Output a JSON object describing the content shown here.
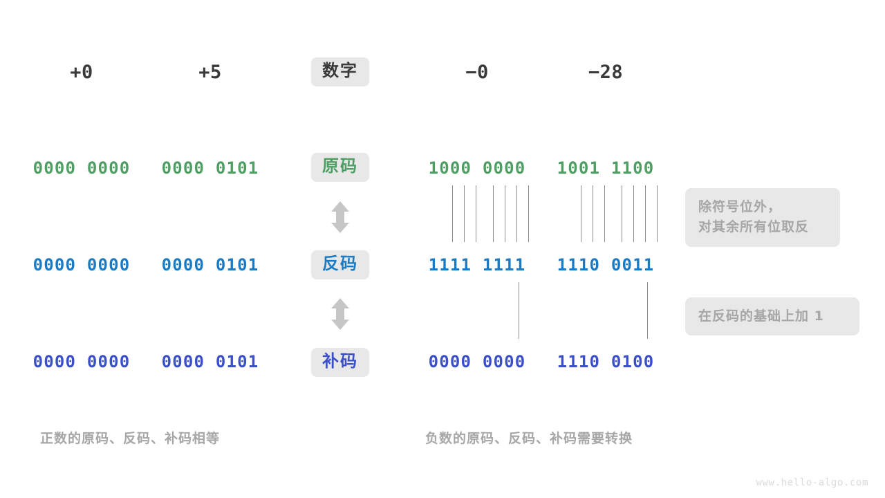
{
  "header": {
    "columns": [
      {
        "label": "+0",
        "type": "number"
      },
      {
        "label": "+5",
        "type": "number"
      },
      {
        "label": "数字",
        "type": "badge"
      },
      {
        "label": "−0",
        "type": "number"
      },
      {
        "label": "−28",
        "type": "number"
      }
    ]
  },
  "rows": [
    {
      "badge": "原码",
      "color": "#4e9e63",
      "values": [
        "0000 0000",
        "0000 0101",
        "1000 0000",
        "1001 1100"
      ]
    },
    {
      "badge": "反码",
      "color": "#1a7bc4",
      "values": [
        "0000 0000",
        "0000 0101",
        "1111 1111",
        "1110 0011"
      ]
    },
    {
      "badge": "补码",
      "color": "#3b4fc8",
      "values": [
        "0000 0000",
        "0000 0101",
        "0000 0000",
        "1110 0100"
      ]
    }
  ],
  "notes": [
    {
      "text": "除符号位外，\n对其余所有位取反"
    },
    {
      "text": "在反码的基础上加 1"
    }
  ],
  "captions": {
    "left": "正数的原码、反码、补码相等",
    "right": "负数的原码、反码、补码需要转换"
  },
  "watermark": "www.hello-algo.com",
  "icons": {
    "arrow_up_down": "double-headed-vertical-arrow"
  },
  "colors": {
    "badge_background": "#e8e8e8",
    "text_dark": "#3a3a3a",
    "text_muted": "#a6a6a6",
    "line": "#8c8c8c",
    "original_code": "#4e9e63",
    "ones_complement": "#1a7bc4",
    "twos_complement": "#3b4fc8"
  }
}
